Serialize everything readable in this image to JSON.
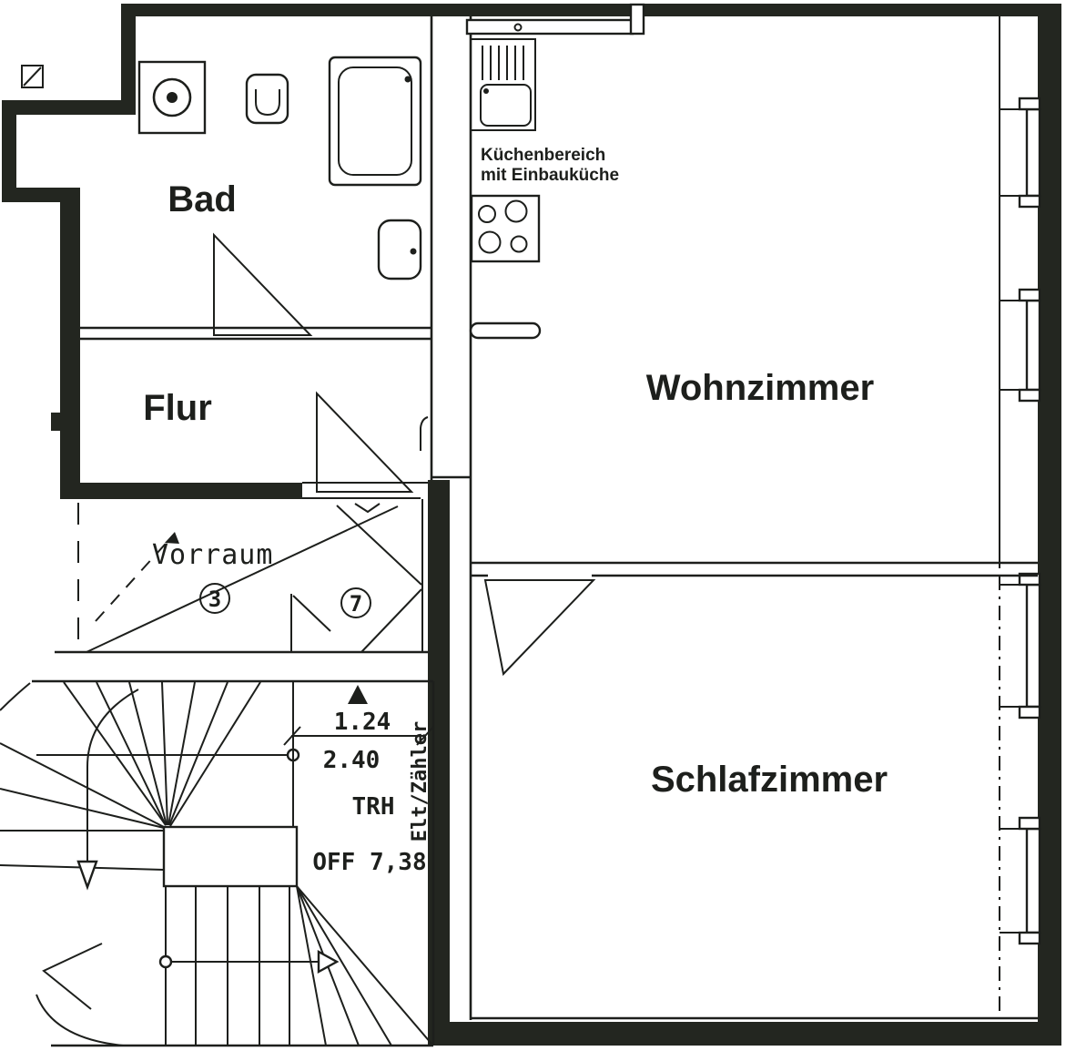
{
  "colors": {
    "ink": "#1d1f1c",
    "wall": "#232620",
    "paper": "#ffffff"
  },
  "rooms": {
    "bad": "Bad",
    "flur": "Flur",
    "vorraum": "Vorraum",
    "wohnzimmer": "Wohnzimmer",
    "schlafzimmer": "Schlafzimmer"
  },
  "kitchen_note": {
    "line1": "Küchenbereich",
    "line2": "mit Einbauküche"
  },
  "stairwell": {
    "label": "TRH",
    "level_note": "OFF 7,38"
  },
  "dimensions": {
    "inner_width": "1.24",
    "outer_width": "2.40"
  },
  "shaft_label": "Elt/Zähler",
  "position_numbers": {
    "pos3": "3",
    "pos7": "7"
  }
}
